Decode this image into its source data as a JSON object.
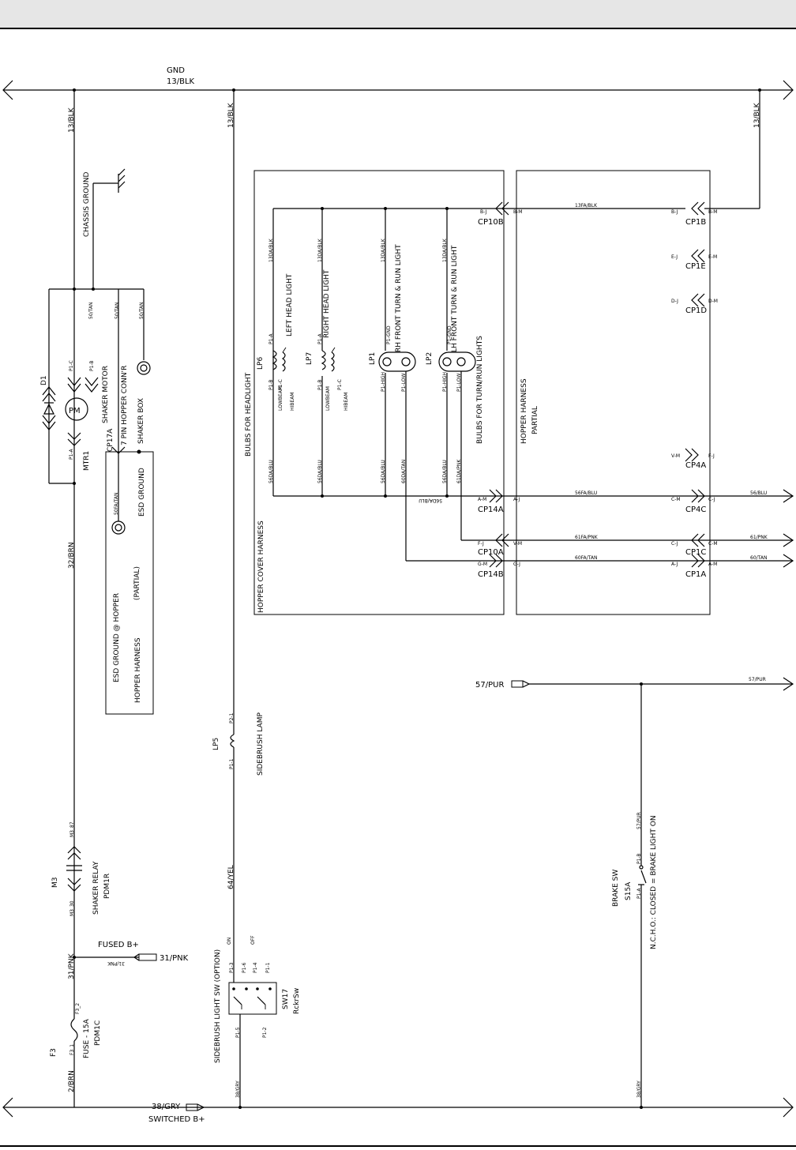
{
  "rails": {
    "gnd_title": "GND",
    "gnd_wire": "13/BLK",
    "switched_wire": "38/GRY",
    "switched_title": "SWITCHED B+"
  },
  "left_wires": {
    "w1": "13/BLK",
    "w2": "13/BLK",
    "w3": "13/BLK",
    "w4": "32/BRN",
    "w5": "2/BRN",
    "w6": "31/PNK",
    "w7": "50/TAN",
    "w8": "50/TAN",
    "w9": "50/TAN",
    "w10": "50FA/TAN",
    "w11": "64/YEL",
    "w12": "38/GRY",
    "w13": "57/PUR",
    "w14": "38/GRY"
  },
  "chassis": {
    "label": "CHASSIS GROUND"
  },
  "motor": {
    "diode": "D1",
    "symbol": "PM",
    "ref": "MTR1",
    "name": "SHAKER MOTOR",
    "pin_a": "P1-A",
    "pin_b": "P1-B",
    "pin_c": "P1-C"
  },
  "hopper_conn": {
    "ref": "CP17A",
    "name": "7 PIN HOPPER CONN'R",
    "shaker_box": "SHAKER BOX",
    "esd": "ESD GROUND",
    "esd_hopper": "ESD GROUND @ HOPPER",
    "partial": "(PARTIAL)",
    "harness": "HOPPER HARNESS"
  },
  "relay": {
    "ref": "M3",
    "name": "SHAKER RELAY",
    "pdm": "PDM1R",
    "pin87": "M3_87",
    "pin30": "M3_30"
  },
  "fused": {
    "label": "FUSED B+",
    "wire": "31/PNK",
    "wire_small": "31/PNK"
  },
  "fuse": {
    "ref": "F3",
    "name": "FUSE - 15A",
    "pdm": "PDM1C",
    "pin1": "F3_1",
    "pin2": "F3_2"
  },
  "sidebrush_lamp": {
    "ref": "LP5",
    "name": "SIDEBRUSH LAMP",
    "pin1": "P1-1",
    "pin2": "P2-1"
  },
  "switch": {
    "name": "SIDEBRUSH LIGHT SW (OPTION)",
    "ref": "SW17",
    "type": "RckrSw",
    "on": "ON",
    "off": "OFF",
    "p3": "P1-3",
    "p6": "P1-6",
    "p4": "P1-4",
    "p1": "P1-1",
    "p5": "P1-5",
    "p2": "P1-2"
  },
  "hopper_cover": {
    "title": "HOPPER COVER HARNESS",
    "bulbs_head": "BULBS FOR HEADLIGHT",
    "bulbs_turn": "BULBS FOR TURN/RUN LIGHTS",
    "wire_top1": "13DA/BLK",
    "wire_top2": "13DA/BLK",
    "wire_top3": "13DA/BLK",
    "wire_top4": "13DA/BLK",
    "lp6_ref": "LP6",
    "lp6_name": "LEFT HEAD LIGHT",
    "lp7_ref": "LP7",
    "lp7_name": "RIGHT HEAD LIGHT",
    "lp1_ref": "LP1",
    "lp1_name": "RH FRONT TURN & RUN LIGHT",
    "lp2_ref": "LP2",
    "lp2_name": "LH FRONT TURN & RUN LIGHT",
    "pa": "P1-A",
    "pb": "P1-B",
    "pc": "P1-C",
    "lowbeam": "LOWBEAM",
    "hibeam": "HIBEAM",
    "gnd": "P1-GND",
    "high": "P1-HIGH",
    "low": "P1-LOW",
    "wb1": "56DA/BLU",
    "wb2": "56DA/BLU",
    "wb3": "56DA/BLU",
    "wb4": "56DA/BLU",
    "wb5": "60DA/TAN",
    "wb6": "61DA/PNK",
    "wb7": "56DA/BLU"
  },
  "hopper_harness": {
    "title": "HOPPER HARNESS",
    "partial": "PARTIAL"
  },
  "connectors": {
    "cp10b": "CP10B",
    "cp1b": "CP1B",
    "cp1e": "CP1E",
    "cp1d": "CP1D",
    "cp4a": "CP4A",
    "cp14a": "CP14A",
    "cp4c": "CP4C",
    "cp10a": "CP10A",
    "cp1c": "CP1C",
    "cp14b": "CP14B",
    "cp1a": "CP1A"
  },
  "pins": {
    "bj": "B-J",
    "bm": "B-M",
    "ej": "E-J",
    "em": "E-M",
    "dj": "D-J",
    "dm": "D-M",
    "vm": "V-M",
    "fj": "F-J",
    "am": "A-M",
    "aj": "A-J",
    "cm": "C-M",
    "cj": "C-J",
    "gj": "G-J",
    "gm": "G-M"
  },
  "hopper_wires": {
    "w13fa": "13FA/BLK",
    "w56fa": "56FA/BLU",
    "w61fa": "61FA/PNK",
    "w60fa": "60FA/TAN",
    "w56": "56/BLU",
    "w61": "61/PNK",
    "w60": "60/TAN",
    "w13": "13/BLK"
  },
  "brake": {
    "in_wire": "57/PUR",
    "out_wire": "57/PUR",
    "vwire": "57/PUR",
    "name": "BRAKE SW",
    "ref": "S15A",
    "note": "N.C.H.O.: CLOSED = BRAKE LIGHT ON",
    "pa": "P1-A",
    "pb": "P1-B"
  }
}
